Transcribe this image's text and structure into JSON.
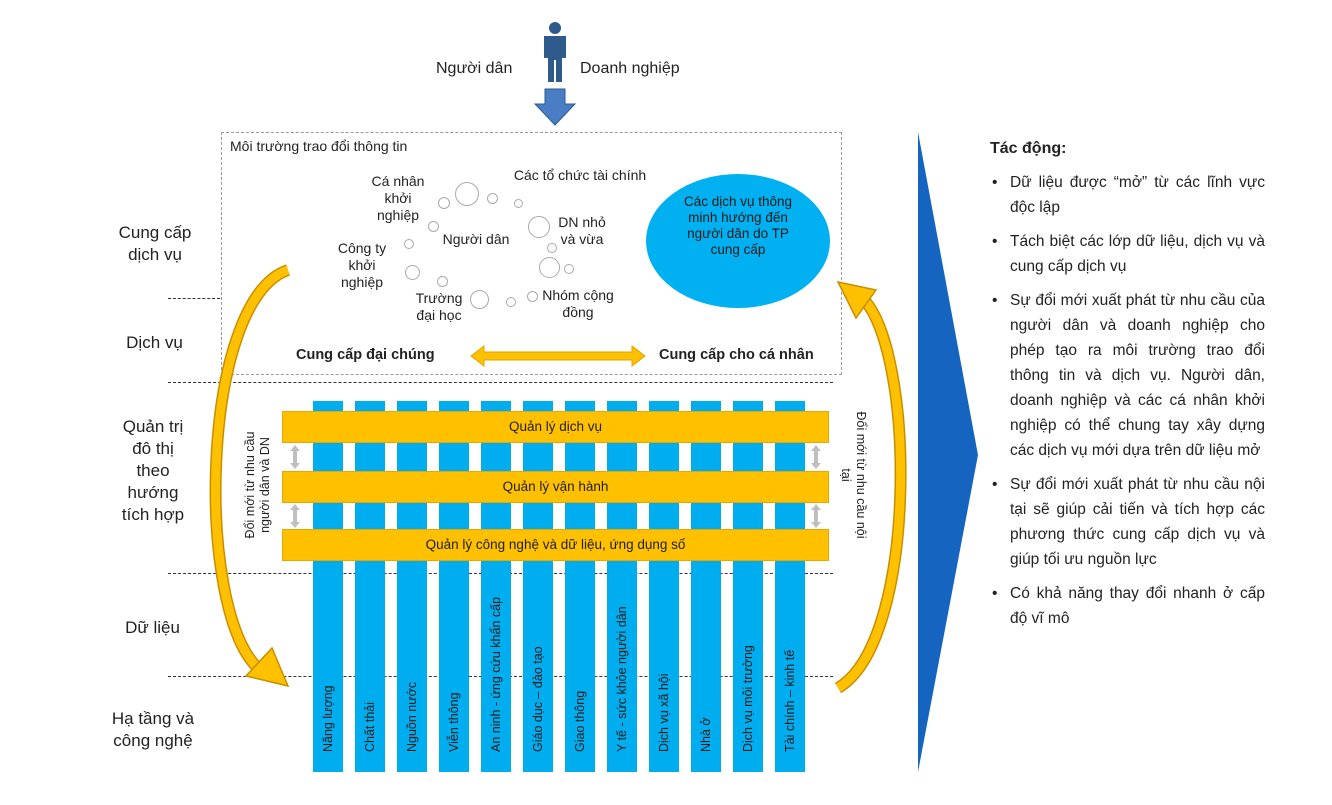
{
  "top": {
    "citizens": "Người dân",
    "business": "Doanh nghiệp"
  },
  "environment": {
    "title": "Môi trường trao đổi thông tin",
    "entities": {
      "individual_startup": "Cá nhân khởi nghiệp",
      "financial_orgs": "Các tổ chức tài chính",
      "startup_company": "Công ty khởi nghiệp",
      "citizens": "Người dân",
      "sme": "DN nhỏ và vừa",
      "universities": "Trường đại học",
      "community_groups": "Nhóm cộng đồng"
    },
    "smart_services": "Các dịch vụ thông minh hướng đến người dân do TP cung cấp",
    "mass_supply": "Cung cấp đại chúng",
    "personal_supply": "Cung cấp cho cá nhân"
  },
  "layers": {
    "service_provision": "Cung cấp dịch vụ",
    "services": "Dịch vụ",
    "governance": "Quản trị đô thị theo hướng tích hợp",
    "data": "Dữ liệu",
    "infrastructure": "Hạ tầng và công nghệ"
  },
  "bands": {
    "service_mgmt": "Quản lý dịch vụ",
    "operation_mgmt": "Quản lý vận hành",
    "tech_data_mgmt": "Quản lý công nghệ và dữ liệu, ứng dụng số"
  },
  "innovation": {
    "left": "Đổi mới từ nhu cầu người dân và DN",
    "right": "Đổi mới từ nhu cầu nội tại"
  },
  "sectors": [
    "Năng lượng",
    "Chất thải",
    "Nguồn nước",
    "Viễn thông",
    "An ninh - ứng cứu khẩn cấp",
    "Giáo dục – đào tạo",
    "Giao thông",
    "Y tế - sức khỏe người dân",
    "Dịch vụ xã hội",
    "Nhà ở",
    "Dịch vụ môi trường",
    "Tài chính – kinh tế"
  ],
  "impact": {
    "title": "Tác động:",
    "items": [
      "Dữ liệu được “mở” từ các lĩnh vực độc lập",
      "Tách biệt các lớp dữ liệu, dịch vụ và cung cấp dịch vụ",
      "Sự đổi mới xuất phát từ nhu cầu của người dân và doanh nghiệp cho phép tạo ra môi trường trao đổi thông tin và dịch vụ. Người dân, doanh nghiệp và các cá nhân khởi nghiệp có thể chung tay xây dựng các dịch vụ mới dựa trên dữ liệu mở",
      "Sự đổi mới xuất phát từ nhu cầu nội tại sẽ giúp cải tiến và tích hợp các phương thức cung cấp dịch vụ và giúp tối ưu nguồn lực",
      "Có khả năng thay đổi nhanh ở cấp độ vĩ mô"
    ]
  },
  "colors": {
    "person": "#2e5b8c",
    "column": "#00aeef",
    "band": "#ffc000",
    "arrow_gold": "#e8a900",
    "chevron": "#1565c0"
  }
}
